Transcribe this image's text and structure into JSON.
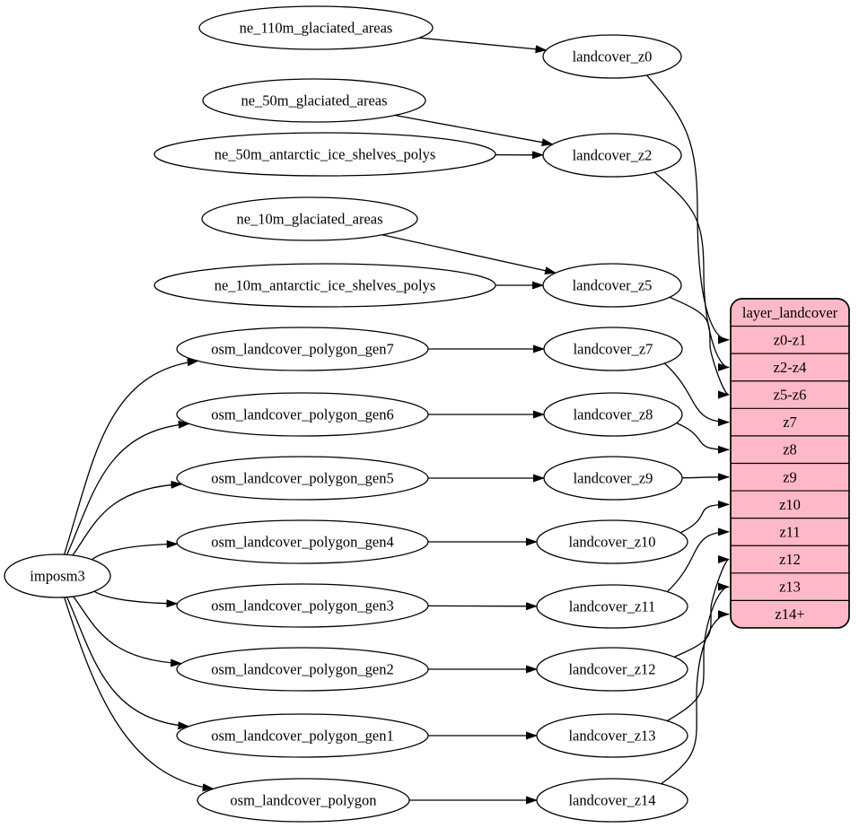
{
  "colors": {
    "background": "#ffffff",
    "node_fill": "#ffffff",
    "stroke": "#000000",
    "record_fill": "#ffb9c6"
  },
  "nodes": [
    {
      "id": "imposm3",
      "label": "imposm3"
    },
    {
      "id": "ne_110m_glaciated_areas",
      "label": "ne_110m_glaciated_areas"
    },
    {
      "id": "ne_50m_glaciated_areas",
      "label": "ne_50m_glaciated_areas"
    },
    {
      "id": "ne_50m_antarctic_ice_shelves_polys",
      "label": "ne_50m_antarctic_ice_shelves_polys"
    },
    {
      "id": "ne_10m_glaciated_areas",
      "label": "ne_10m_glaciated_areas"
    },
    {
      "id": "ne_10m_antarctic_ice_shelves_polys",
      "label": "ne_10m_antarctic_ice_shelves_polys"
    },
    {
      "id": "osm_landcover_polygon_gen7",
      "label": "osm_landcover_polygon_gen7"
    },
    {
      "id": "osm_landcover_polygon_gen6",
      "label": "osm_landcover_polygon_gen6"
    },
    {
      "id": "osm_landcover_polygon_gen5",
      "label": "osm_landcover_polygon_gen5"
    },
    {
      "id": "osm_landcover_polygon_gen4",
      "label": "osm_landcover_polygon_gen4"
    },
    {
      "id": "osm_landcover_polygon_gen3",
      "label": "osm_landcover_polygon_gen3"
    },
    {
      "id": "osm_landcover_polygon_gen2",
      "label": "osm_landcover_polygon_gen2"
    },
    {
      "id": "osm_landcover_polygon_gen1",
      "label": "osm_landcover_polygon_gen1"
    },
    {
      "id": "osm_landcover_polygon",
      "label": "osm_landcover_polygon"
    },
    {
      "id": "landcover_z0",
      "label": "landcover_z0"
    },
    {
      "id": "landcover_z2",
      "label": "landcover_z2"
    },
    {
      "id": "landcover_z5",
      "label": "landcover_z5"
    },
    {
      "id": "landcover_z7",
      "label": "landcover_z7"
    },
    {
      "id": "landcover_z8",
      "label": "landcover_z8"
    },
    {
      "id": "landcover_z9",
      "label": "landcover_z9"
    },
    {
      "id": "landcover_z10",
      "label": "landcover_z10"
    },
    {
      "id": "landcover_z11",
      "label": "landcover_z11"
    },
    {
      "id": "landcover_z12",
      "label": "landcover_z12"
    },
    {
      "id": "landcover_z13",
      "label": "landcover_z13"
    },
    {
      "id": "landcover_z14",
      "label": "landcover_z14"
    }
  ],
  "record": {
    "id": "layer_landcover",
    "title": "layer_landcover",
    "rows": [
      "z0-z1",
      "z2-z4",
      "z5-z6",
      "z7",
      "z8",
      "z9",
      "z10",
      "z11",
      "z12",
      "z13",
      "z14+"
    ]
  },
  "edges": [
    {
      "from": "ne_110m_glaciated_areas",
      "to": "landcover_z0"
    },
    {
      "from": "ne_50m_glaciated_areas",
      "to": "landcover_z2"
    },
    {
      "from": "ne_50m_antarctic_ice_shelves_polys",
      "to": "landcover_z2"
    },
    {
      "from": "ne_10m_glaciated_areas",
      "to": "landcover_z5"
    },
    {
      "from": "ne_10m_antarctic_ice_shelves_polys",
      "to": "landcover_z5"
    },
    {
      "from": "imposm3",
      "to": "osm_landcover_polygon_gen7"
    },
    {
      "from": "imposm3",
      "to": "osm_landcover_polygon_gen6"
    },
    {
      "from": "imposm3",
      "to": "osm_landcover_polygon_gen5"
    },
    {
      "from": "imposm3",
      "to": "osm_landcover_polygon_gen4"
    },
    {
      "from": "imposm3",
      "to": "osm_landcover_polygon_gen3"
    },
    {
      "from": "imposm3",
      "to": "osm_landcover_polygon_gen2"
    },
    {
      "from": "imposm3",
      "to": "osm_landcover_polygon_gen1"
    },
    {
      "from": "imposm3",
      "to": "osm_landcover_polygon"
    },
    {
      "from": "osm_landcover_polygon_gen7",
      "to": "landcover_z7"
    },
    {
      "from": "osm_landcover_polygon_gen6",
      "to": "landcover_z8"
    },
    {
      "from": "osm_landcover_polygon_gen5",
      "to": "landcover_z9"
    },
    {
      "from": "osm_landcover_polygon_gen4",
      "to": "landcover_z10"
    },
    {
      "from": "osm_landcover_polygon_gen3",
      "to": "landcover_z11"
    },
    {
      "from": "osm_landcover_polygon_gen2",
      "to": "landcover_z12"
    },
    {
      "from": "osm_landcover_polygon_gen1",
      "to": "landcover_z13"
    },
    {
      "from": "osm_landcover_polygon",
      "to": "landcover_z14"
    },
    {
      "from": "landcover_z0",
      "to": "layer_landcover:z0-z1"
    },
    {
      "from": "landcover_z2",
      "to": "layer_landcover:z2-z4"
    },
    {
      "from": "landcover_z5",
      "to": "layer_landcover:z5-z6"
    },
    {
      "from": "landcover_z7",
      "to": "layer_landcover:z7"
    },
    {
      "from": "landcover_z8",
      "to": "layer_landcover:z8"
    },
    {
      "from": "landcover_z9",
      "to": "layer_landcover:z9"
    },
    {
      "from": "landcover_z10",
      "to": "layer_landcover:z10"
    },
    {
      "from": "landcover_z11",
      "to": "layer_landcover:z11"
    },
    {
      "from": "landcover_z12",
      "to": "layer_landcover:z12"
    },
    {
      "from": "landcover_z13",
      "to": "layer_landcover:z13"
    },
    {
      "from": "landcover_z14",
      "to": "layer_landcover:z14+"
    }
  ]
}
